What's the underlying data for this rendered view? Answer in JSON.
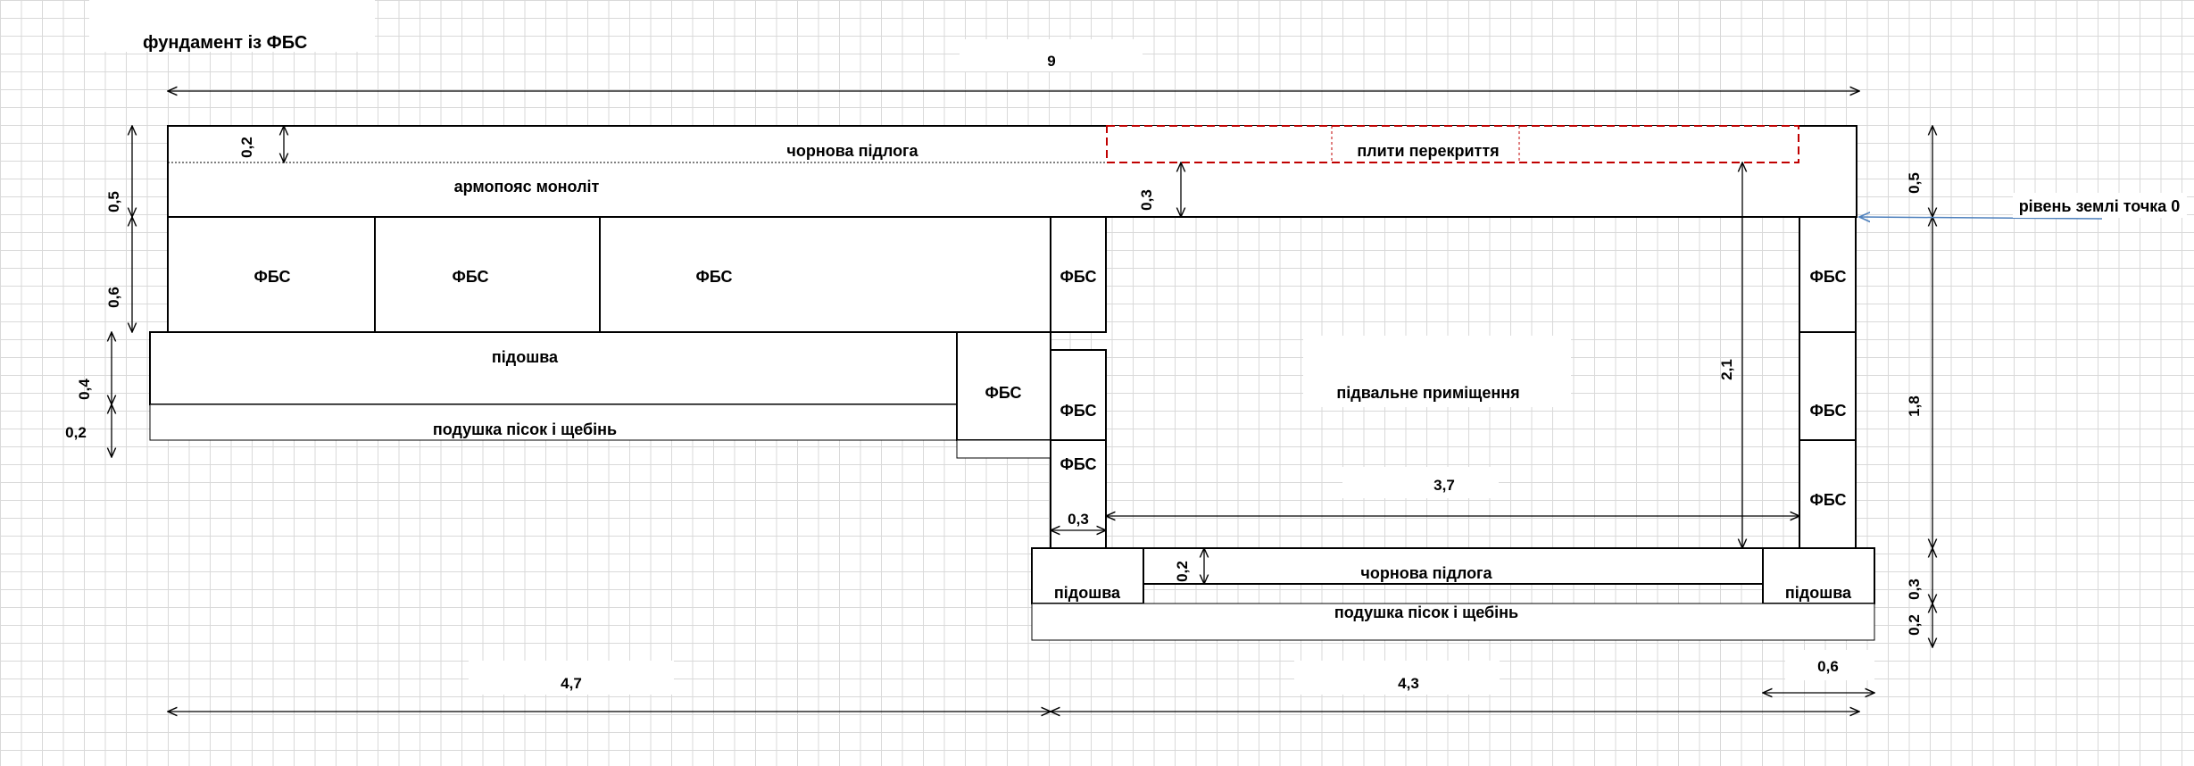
{
  "title": "фундамент із ФБС",
  "labels": {
    "draft_floor": "чорнова підлога",
    "floor_slabs": "плити перекриття",
    "ring_beam": "армопояс моноліт",
    "ground_level": "рівень землі точка 0",
    "fbs": "ФБС",
    "sole": "підошва",
    "cushion": "подушка пісок і щебінь",
    "basement": "підвальне приміщення"
  },
  "dimensions": {
    "total_width": "9",
    "left_part": "4,7",
    "right_part": "4,3",
    "basement_width": "3,7",
    "wall_thickness": "0,3",
    "sole_extension": "0,6",
    "basement_height": "2,1",
    "wall_height_right": "1,8",
    "top_height_right": "0,5",
    "top_height_left": "0,5",
    "draft_floor_top": "0,2",
    "slab_thickness": "0,3",
    "fbs_height_left": "0,6",
    "sole_height_left": "0,4",
    "cushion_left": "0,2",
    "sole_height_bottom": "0,3",
    "cushion_bottom": "0,2",
    "draft_floor_bottom": "0,2"
  },
  "colors": {
    "lines": "#000000",
    "slab_dashed": "#c00000",
    "ground_arrow": "#4f81bd",
    "grid": "#d9d9d9"
  }
}
